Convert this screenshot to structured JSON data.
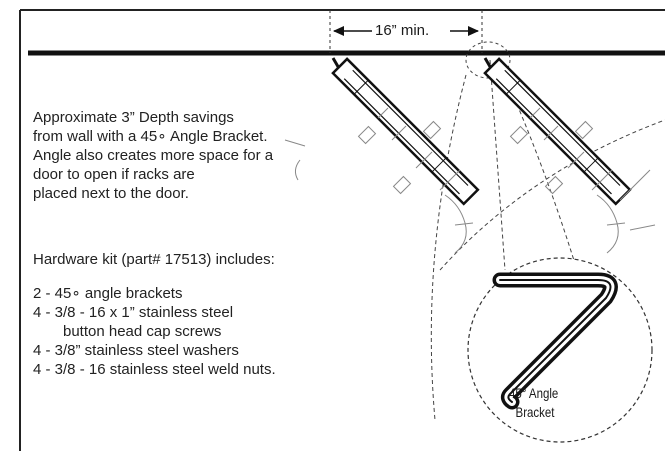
{
  "dimension": {
    "label": "16” min."
  },
  "description": {
    "lines": [
      "Approximate 3” Depth savings",
      "from wall with a 45∘ Angle Bracket.",
      "Angle also creates more space for a",
      "door to open if racks are",
      "placed next to the door."
    ]
  },
  "hardware_kit": {
    "title": "Hardware kit (part# 17513) includes:",
    "items": [
      "2 - 45∘ angle brackets",
      "4 - 3/8 - 16 x 1” stainless steel",
      "button head cap screws",
      "4 - 3/8” stainless steel washers",
      "4 - 3/8 - 16 stainless steel weld nuts."
    ]
  },
  "callout": {
    "lines": [
      "45° Angle",
      "Bracket"
    ]
  },
  "icons": [
    "left-arrow-icon",
    "right-arrow-icon",
    "angle-bracket-icon",
    "door-swing-icon"
  ],
  "colors": {
    "line": "#1a1a1a",
    "background": "#ffffff"
  }
}
